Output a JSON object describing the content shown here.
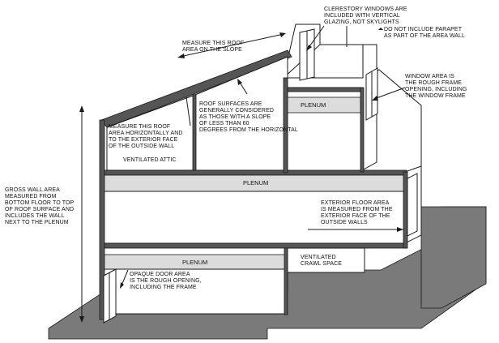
{
  "diagram": {
    "labels": {
      "clerestory": [
        "CLERESTORY WINDOWS ARE",
        "INCLUDED WITH VERTICAL",
        "GLAZING, NOT SKYLIGHTS"
      ],
      "parapet": [
        "DO NOT INCLUDE PARAPET",
        "AS PART OF THE AREA WALL"
      ],
      "roof_slope": [
        "MEASURE THIS ROOF",
        "AREA ON THE SLOPE"
      ],
      "window_area": [
        "WINDOW AREA IS",
        "THE ROUGH FRAME",
        "OPENING, INCLUDING",
        "THE WINDOW FRAME"
      ],
      "roof_surfaces": [
        "ROOF SURFACES ARE",
        "GENERALLY CONSIDERED",
        "AS THOSE WITH A SLOPE",
        "OF LESS THAN 60",
        "DEGREES FROM THE HORIZONTAL"
      ],
      "roof_horizontal": [
        "MEASURE THIS ROOF",
        "AREA HORIZONTALLY AND",
        "TO THE EXTERIOR FACE",
        "OF THE OUTSIDE WALL"
      ],
      "plenum_top": "PLENUM",
      "ventilated_attic": "VENTILATED ATTIC",
      "plenum_middle": "PLENUM",
      "gross_wall": [
        "GROSS WALL AREA",
        "MEASURED FROM",
        "BOTTOM FLOOR TO TOP",
        "OF ROOF SURFACE AND",
        "INCLUDES THE WALL",
        "NEXT TO THE PLENUM"
      ],
      "exterior_floor": [
        "EXTERIOR FLOOR AREA",
        "IS MEASURED FROM THE",
        "EXTERIOR FACE OF THE",
        "OUTSIDE WALLS"
      ],
      "plenum_bottom": "PLENUM",
      "crawl_space": [
        "VENTILATED",
        "CRAWL SPACE"
      ],
      "opaque_door": [
        "OPAQUE DOOR AREA",
        "IS THE ROUGH OPENING,",
        "INCLUDING THE FRAME"
      ]
    }
  }
}
